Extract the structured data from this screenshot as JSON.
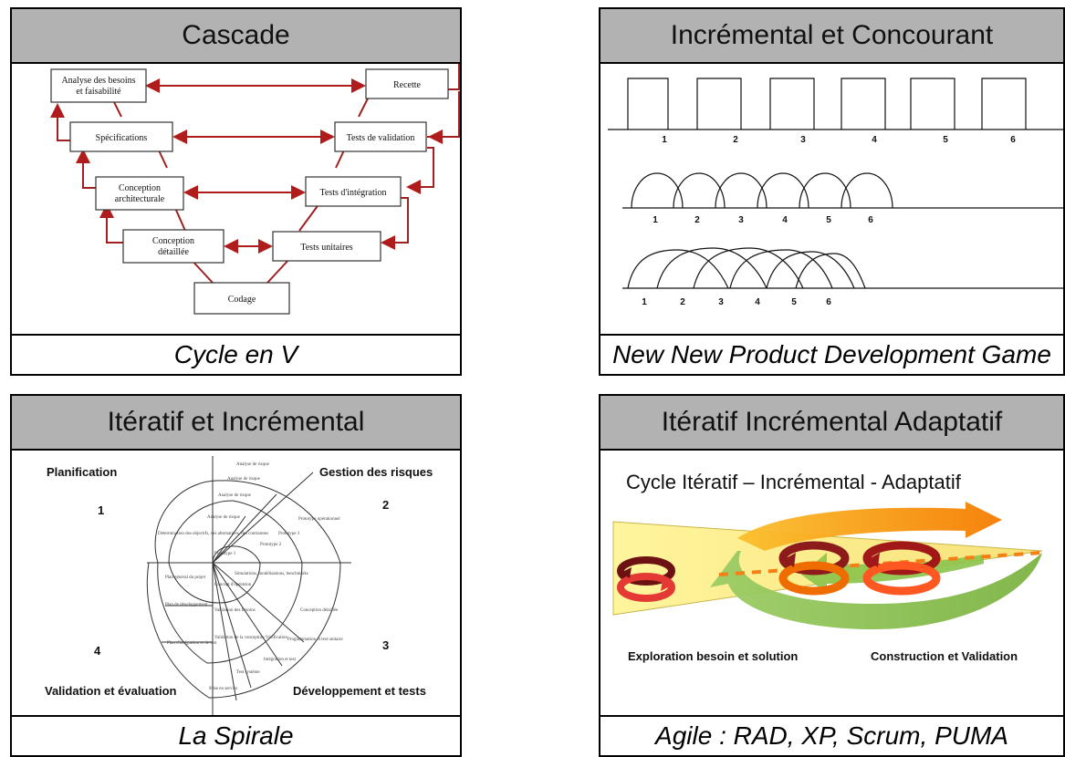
{
  "panels": {
    "cascade": {
      "title": "Cascade",
      "caption": "Cycle en V",
      "left_steps": [
        {
          "line1": "Analyse des besoins",
          "line2": "et faisabilité"
        },
        {
          "line1": "Spécifications",
          "line2": ""
        },
        {
          "line1": "Conception",
          "line2": "architecturale"
        },
        {
          "line1": "Conception",
          "line2": "détaillée"
        }
      ],
      "bottom_step": "Codage",
      "right_steps": [
        "Recette",
        "Tests de validation",
        "Tests d'intégration",
        "Tests unitaires"
      ],
      "colors": {
        "arrow": "#b01c1c"
      }
    },
    "incremental": {
      "title": "Incrémental et Concourant",
      "caption": "New New Product Development Game",
      "phase_numbers": [
        "1",
        "2",
        "3",
        "4",
        "5",
        "6"
      ]
    },
    "spiral": {
      "title": "Itératif et Incrémental",
      "caption": "La Spirale",
      "quadrants": [
        {
          "name": "Planification",
          "number": "1"
        },
        {
          "name": "Gestion des risques",
          "number": "2"
        },
        {
          "name": "Développement et tests",
          "number": "3"
        },
        {
          "name": "Validation et évaluation",
          "number": "4"
        }
      ],
      "inner_labels": [
        "Analyse de risque",
        "Analyse de risque",
        "Analyse de risque",
        "Analyse de risque",
        "Prototype opérationnel",
        "Prototype 3",
        "Prototype 2",
        "Prototype 1",
        "Détermination des objectifs, des alternatives, des contraintes",
        "Simulations, modélisations, benchmarks",
        "Plan général du projet",
        "Concept d'opération",
        "Plan de développement",
        "Validation des besoins",
        "Conception détaillée",
        "Plan d'intégration et de test",
        "Validation de la conception Vérification",
        "Programmation et test unitaire",
        "Intégration et test",
        "Test système",
        "Mise en service"
      ]
    },
    "agile": {
      "title": "Itératif Incrémental Adaptatif",
      "caption": "Agile : RAD, XP, Scrum, PUMA",
      "subtitle": "Cycle  Itératif – Incrémental - Adaptatif",
      "label_left": "Exploration besoin et solution",
      "label_right": "Construction et Validation",
      "colors": {
        "yellow": "#f5eb8c",
        "orange": "#f5a623",
        "green": "#8bc34a",
        "red": "#e53935"
      }
    }
  }
}
